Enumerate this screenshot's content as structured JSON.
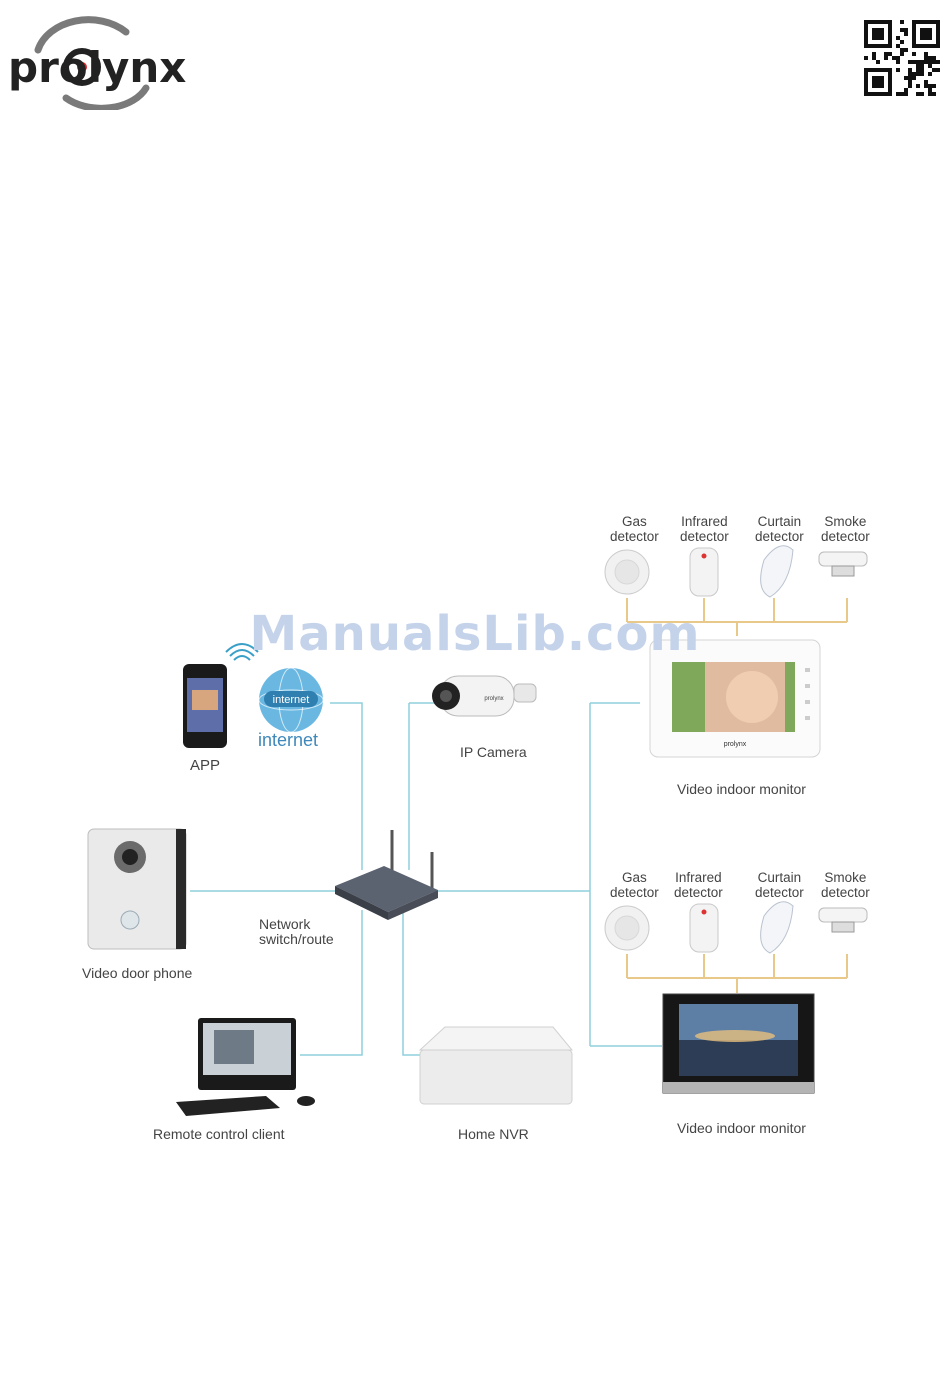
{
  "brand": {
    "logo_text": "prolynx"
  },
  "watermark": "ManualsLib.com",
  "diagram": {
    "nodes": {
      "app": "APP",
      "internet_badge": "internet",
      "internet": "internet",
      "ip_camera": "IP Camera",
      "camera_brand": "prolynx",
      "door_phone": "Video door phone",
      "network_line1": "Network",
      "network_line2": "switch/route",
      "remote_client": "Remote control client",
      "home_nvr": "Home NVR",
      "monitor1": "Video indoor monitor",
      "monitor1_brand": "prolynx",
      "monitor2": "Video indoor monitor"
    },
    "detectors_top": [
      {
        "line1": "Gas",
        "line2": "detector"
      },
      {
        "line1": "Infrared",
        "line2": "detector"
      },
      {
        "line1": "Curtain",
        "line2": "detector"
      },
      {
        "line1": "Smoke",
        "line2": "detector"
      }
    ],
    "detectors_bottom": [
      {
        "line1": "Gas",
        "line2": "detector"
      },
      {
        "line1": "Infrared",
        "line2": "detector"
      },
      {
        "line1": "Curtain",
        "line2": "detector"
      },
      {
        "line1": "Smoke",
        "line2": "detector"
      }
    ]
  },
  "colors": {
    "network_line": "#8fd0dd",
    "detector_line": "#e8c98a",
    "watermark": "#c5d3ea",
    "logo_dark": "#222222",
    "logo_ring": "#7a7a7a",
    "logo_red": "#e0262c"
  }
}
